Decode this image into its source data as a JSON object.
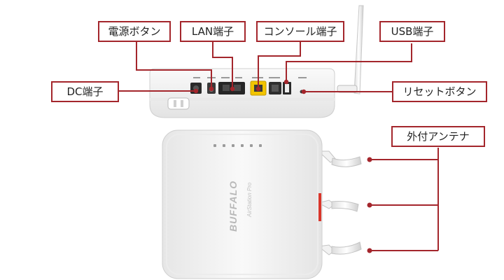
{
  "labels": {
    "power_button": "電源ボタン",
    "lan_port": "LAN端子",
    "console_port": "コンソール端子",
    "usb_port": "USB端子",
    "dc_port": "DC端子",
    "reset_button": "リセットボタン",
    "external_antenna": "外付アンテナ"
  },
  "device": {
    "brand": "BUFFALO",
    "model": "AirStation Pro"
  },
  "colors": {
    "callout": "#a4262c",
    "device_body": "#f4f4f4",
    "console_port": "#f2c400",
    "indicator": "#d9362b"
  }
}
